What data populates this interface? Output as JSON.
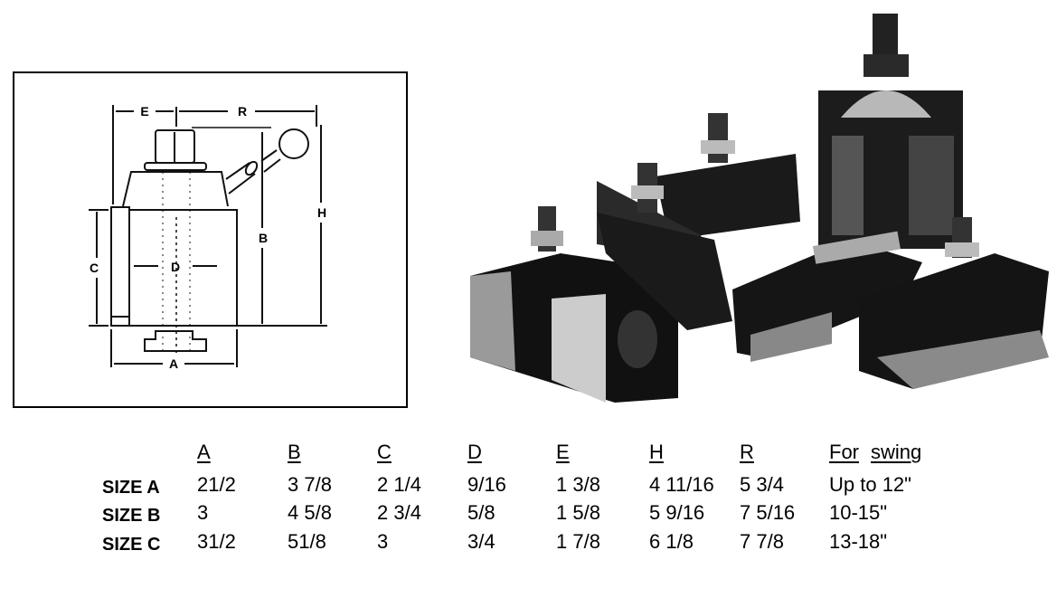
{
  "diagram": {
    "labels": {
      "A": "A",
      "B": "B",
      "C": "C",
      "D": "D",
      "E": "E",
      "H": "H",
      "R": "R"
    }
  },
  "table": {
    "headers": [
      "A",
      "B",
      "C",
      "D",
      "E",
      "H",
      "R"
    ],
    "swing_header": [
      "For",
      "swing"
    ],
    "rows": [
      {
        "label": "SIZE A",
        "values": [
          "21/2",
          "3 7/8",
          "2 1/4",
          "9/16",
          "1 3/8",
          "4 11/16",
          "5 3/4",
          "Up to 12\""
        ]
      },
      {
        "label": "SIZE B",
        "values": [
          "3",
          "4 5/8",
          "2 3/4",
          "5/8",
          "1 5/8",
          "5 9/16",
          "7 5/16",
          "10-15\""
        ]
      },
      {
        "label": "SIZE C",
        "values": [
          "31/2",
          "51/8",
          "3",
          "3/4",
          "1 7/8",
          "6 1/8",
          "7 7/8",
          "13-18\""
        ]
      }
    ]
  }
}
